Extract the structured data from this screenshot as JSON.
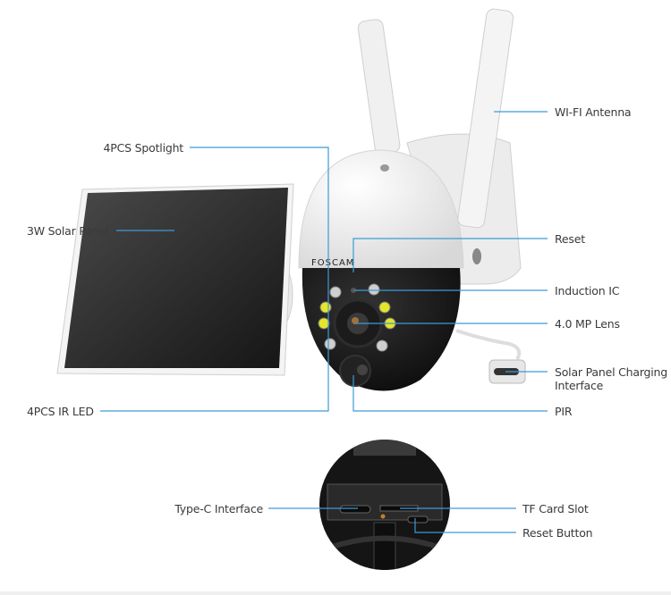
{
  "brand": "FOSCAM",
  "labels": {
    "wifi_antenna": "WI-FI Antenna",
    "spotlight": "4PCS Spotlight",
    "solar_panel": "3W Solar Panel",
    "reset": "Reset",
    "induction_ic": "Induction IC",
    "lens": "4.0 MP Lens",
    "charging_line1": "Solar Panel Charging",
    "charging_line2": "Interface",
    "ir_led": "4PCS IR LED",
    "pir": "PIR",
    "type_c": "Type-C Interface",
    "tf_card": "TF Card Slot",
    "reset_button": "Reset Button"
  },
  "colors": {
    "callout": "#3d9ad8",
    "text": "#3a3a3a"
  }
}
